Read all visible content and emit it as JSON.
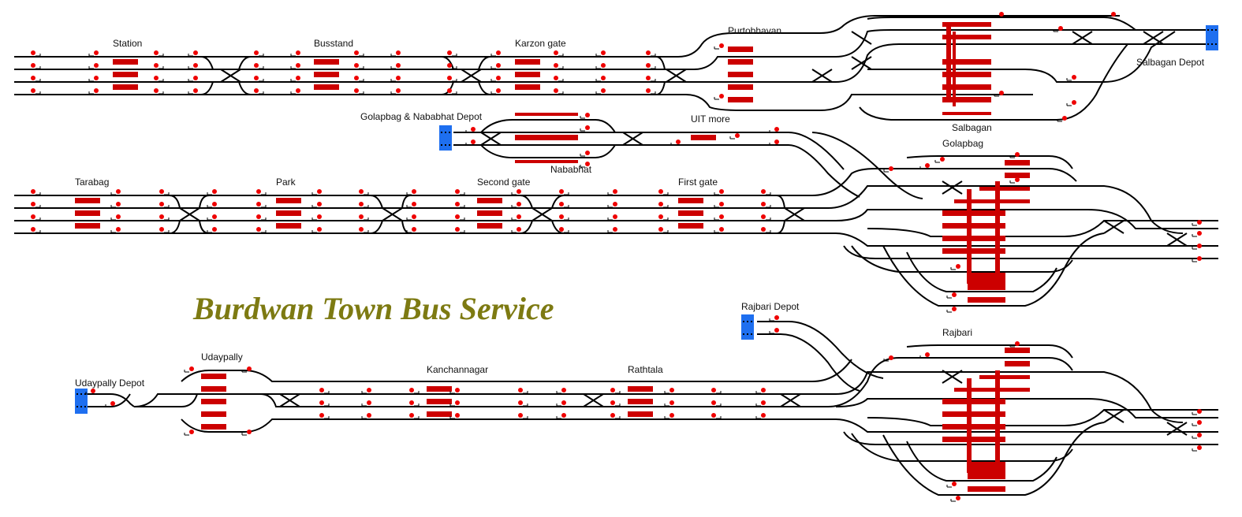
{
  "title": "Burdwan Town Bus Service",
  "colors": {
    "track": "#000000",
    "platform": "#cc0000",
    "signal": "#ee0000",
    "depot": "#1e6ff0",
    "title": "#7d7a12"
  },
  "stations": [
    {
      "label": "Station"
    },
    {
      "label": "Busstand"
    },
    {
      "label": "Karzon gate"
    },
    {
      "label": "Purtobhavan"
    },
    {
      "label": "Salbagan"
    },
    {
      "label": "UIT more"
    },
    {
      "label": "Nababhat"
    },
    {
      "label": "Tarabag"
    },
    {
      "label": "Park"
    },
    {
      "label": "Second gate"
    },
    {
      "label": "First gate"
    },
    {
      "label": "Golapbag"
    },
    {
      "label": "Rajbari"
    },
    {
      "label": "Udaypally"
    },
    {
      "label": "Kanchannagar"
    },
    {
      "label": "Rathtala"
    }
  ],
  "depots": [
    {
      "label": "Salbagan Depot"
    },
    {
      "label": "Golapbag & Nababhat Depot"
    },
    {
      "label": "Rajbari Depot"
    },
    {
      "label": "Udaypally Depot"
    }
  ]
}
